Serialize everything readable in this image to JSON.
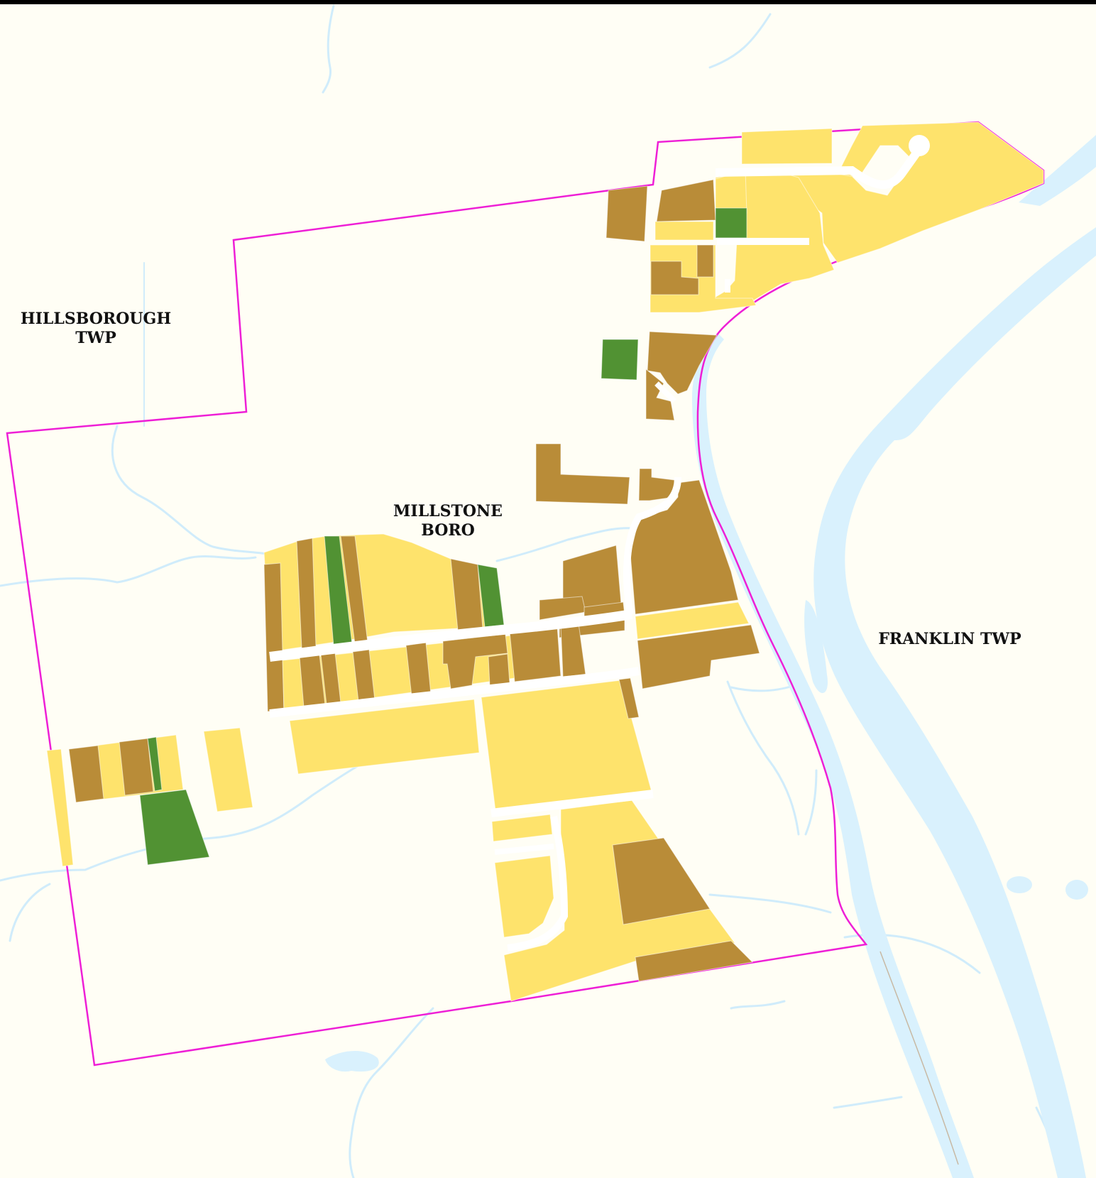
{
  "labels": {
    "hillsborough_line1": "HILLSBOROUGH",
    "hillsborough_line2": "TWP",
    "millstone_line1": "MILLSTONE",
    "millstone_line2": "BORO",
    "franklin": "FRANKLIN TWP"
  },
  "colors": {
    "background": "#fffef5",
    "top_bar": "#000000",
    "water": "#d9f1fd",
    "stream": "#d0ecfb",
    "boundary": "#ee1fd6",
    "parcel_yellow": "#fee36c",
    "parcel_brown": "#b98c38",
    "parcel_green": "#519233",
    "road": "#ffffff"
  }
}
